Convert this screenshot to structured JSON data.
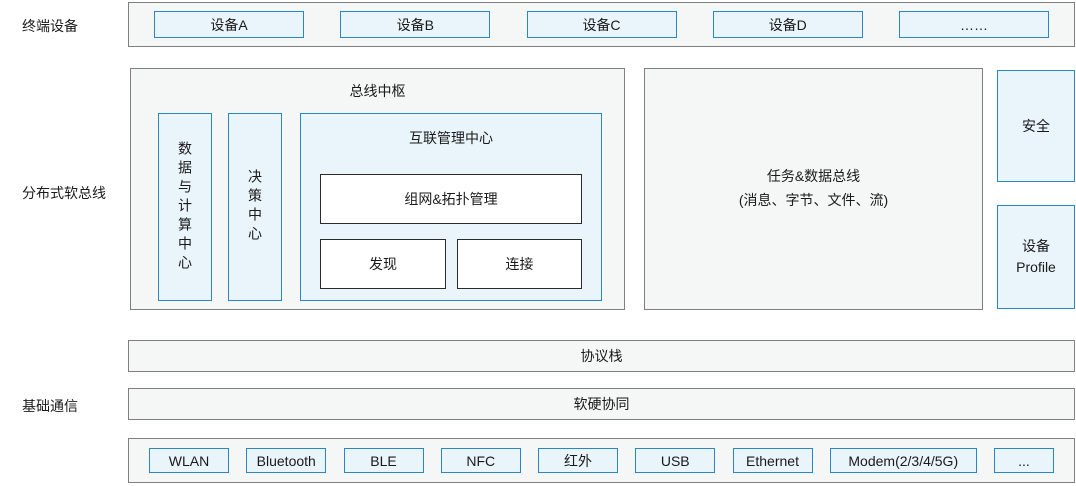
{
  "labels": {
    "terminal": "终端设备",
    "softbus": "分布式软总线",
    "basic_comm": "基础通信"
  },
  "terminal_row": {
    "devices": [
      "设备A",
      "设备B",
      "设备C",
      "设备D",
      "……"
    ]
  },
  "bus_hub": {
    "title": "总线中枢",
    "data_compute": "数据与计算中心",
    "decision": "决策中心",
    "interconnect": {
      "title": "互联管理中心",
      "network_topology": "组网&拓扑管理",
      "discovery": "发现",
      "connection": "连接"
    }
  },
  "task_data_bus": {
    "line1": "任务&数据总线",
    "line2": "(消息、字节、文件、流)"
  },
  "security": {
    "label": "安全"
  },
  "device_profile": {
    "line1": "设备",
    "line2": "Profile"
  },
  "protocol_stack": "协议栈",
  "hw_sw_synergy": "软硬协同",
  "transports": [
    "WLAN",
    "Bluetooth",
    "BLE",
    "NFC",
    "红外",
    "USB",
    "Ethernet",
    "Modem(2/3/4/5G)",
    "..."
  ],
  "colors": {
    "box_border_blue": "#2b86c5",
    "box_fill_blue": "#e9f4fb",
    "container_border": "#7f7f7f",
    "container_fill": "#f5f6f6",
    "white_box_border": "#2b2b2b",
    "text_color": "#1a1a1a"
  }
}
